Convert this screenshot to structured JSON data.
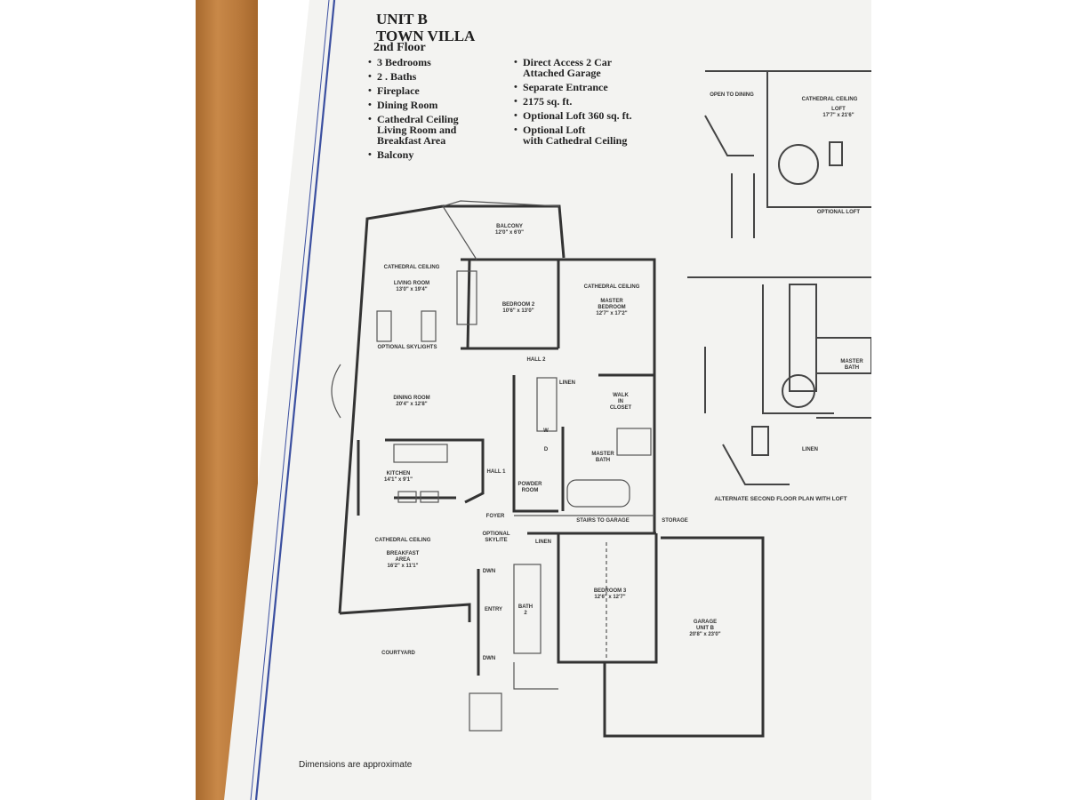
{
  "header": {
    "title1": "UNIT B",
    "title2": "TOWN VILLA",
    "title3": "2nd Floor"
  },
  "features_left": [
    "3 Bedrooms",
    "2 . Baths",
    "Fireplace",
    "Dining Room",
    "Cathedral Ceiling\nLiving Room and\nBreakfast Area",
    "Balcony"
  ],
  "features_right": [
    "Direct Access 2 Car\nAttached Garage",
    "Separate Entrance",
    "2175 sq. ft.",
    "Optional Loft 360 sq. ft.",
    "Optional Loft\nwith Cathedral Ceiling"
  ],
  "rooms": {
    "balcony": "BALCONY\n12'0\" x 6'0\"",
    "cathedral_living": "CATHEDRAL CEILING",
    "living": "LIVING ROOM\n13'0\" x 19'4\"",
    "skylights": "OPTIONAL SKYLIGHTS",
    "bedroom2": "BEDROOM 2\n10'6\" x 13'0\"",
    "cathedral_master": "CATHEDRAL CEILING",
    "master": "MASTER\nBEDROOM\n12'7\" x 17'2\"",
    "hall2": "HALL 2",
    "dining": "DINING ROOM\n20'4\" x 12'8\"",
    "walkin": "WALK\nIN\nCLOSET",
    "linen": "LINEN",
    "kitchen": "KITCHEN\n14'1\" x 9'1\"",
    "master_bath": "MASTER\nBATH",
    "hall1": "HALL 1",
    "powder": "POWDER\nROOM",
    "foyer": "FOYER",
    "opt_skylite": "OPTIONAL\nSKYLITE",
    "stairs_garage": "STAIRS TO GARAGE",
    "storage": "STORAGE",
    "linen2": "LINEN",
    "cathedral_breakfast": "CATHEDRAL CEILING",
    "breakfast": "BREAKFAST\nAREA\n16'2\" x 11'1\"",
    "dn1": "DWN",
    "entry": "ENTRY",
    "bath2": "BATH\n2",
    "bedroom3": "BEDROOM 3\n12'6\" x 12'7\"",
    "garage": "GARAGE\nUNIT B\n20'8\" x 23'0\"",
    "courtyard": "COURTYARD",
    "dn2": "DWN",
    "w": "W",
    "d": "D",
    "loft": "LOFT\n17'7\" x 21'6\"",
    "loft_cathedral": "CATHEDRAL CEILING",
    "open_dining": "OPEN TO DINING",
    "optional_loft": "OPTIONAL LOFT",
    "alt_bath": "MASTER\nBATH",
    "alt_linen": "LINEN"
  },
  "alt_caption": "ALTERNATE SECOND FLOOR PLAN WITH LOFT",
  "footer": "Dimensions are approximate"
}
